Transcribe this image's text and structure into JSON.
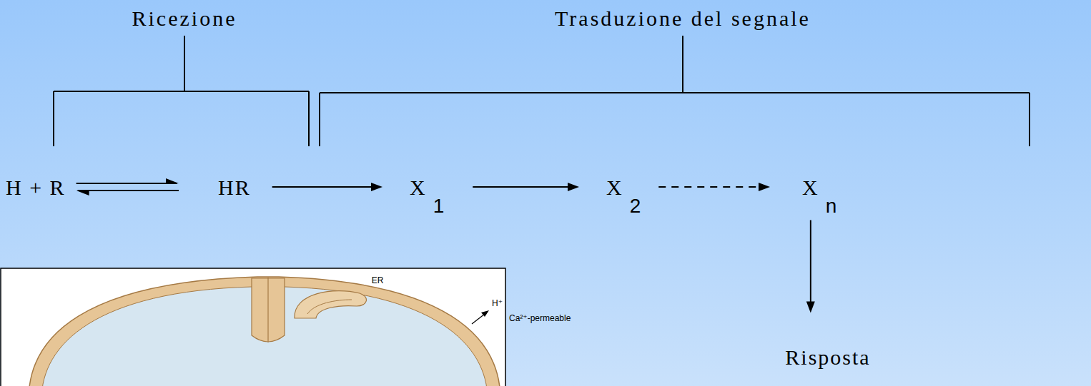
{
  "diagram": {
    "nodes": [
      {
        "text": [
          "H + R"
        ]
      },
      {
        "text": [
          "HR"
        ]
      },
      {
        "text": [
          "X",
          "1"
        ]
      },
      {
        "text": [
          "X",
          "2"
        ]
      },
      {
        "text": [
          "X",
          "n"
        ]
      },
      {
        "text": [
          "Risposta"
        ]
      }
    ],
    "edges": [
      {
        "from": 0,
        "to": 1,
        "arrow": "both"
      },
      {
        "from": 1,
        "to": 2,
        "arrow": "to"
      },
      {
        "from": 2,
        "to": 3,
        "arrow": "to"
      },
      {
        "from": 3,
        "to": 4,
        "arrow": "to"
      },
      {
        "from": 4,
        "to": 5,
        "arrow": "to"
      }
    ],
    "labels": [
      "Ricezione",
      "Trasduzione del segnale",
      "ER",
      "H⁺",
      "Ca²⁺-permeable"
    ]
  }
}
